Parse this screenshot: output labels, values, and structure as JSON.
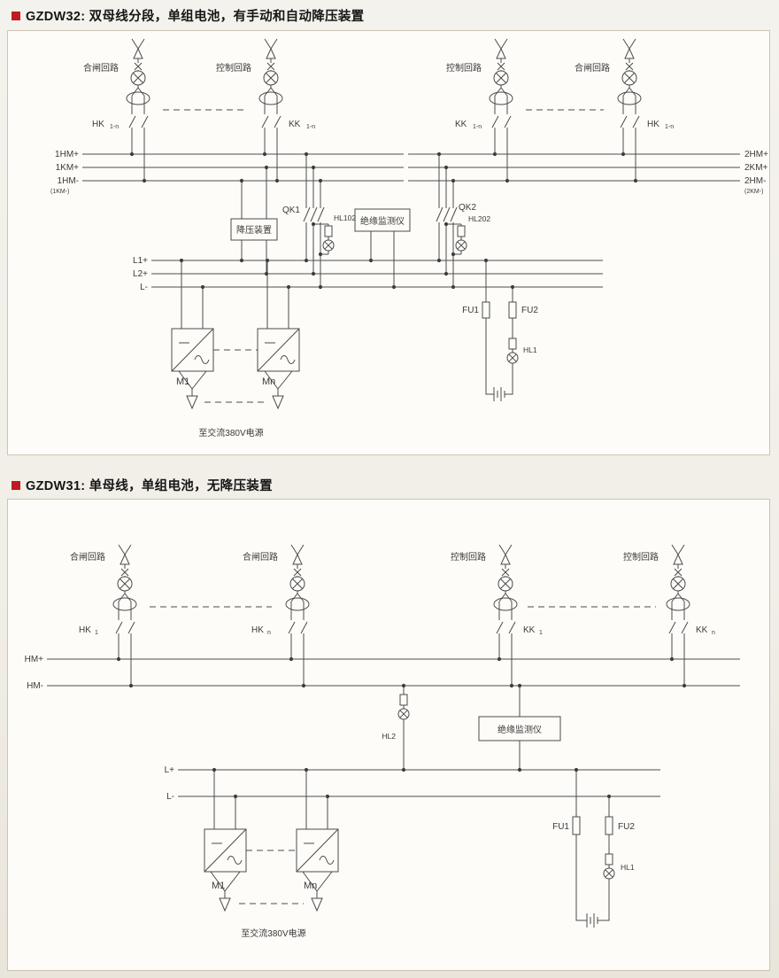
{
  "accent_red": "#bf1b20",
  "d1": {
    "title": "GZDW32: 双母线分段，单组电池，有手动和自动降压装置",
    "branches": [
      "合闸回路",
      "控制回路",
      "控制回路",
      "合闸回路"
    ],
    "switches": [
      {
        "main": "HK",
        "sub": "1-n"
      },
      {
        "main": "KK",
        "sub": "1-n"
      },
      {
        "main": "KK",
        "sub": "1-n"
      },
      {
        "main": "HK",
        "sub": "1-n"
      }
    ],
    "bus_left": [
      "1HM+",
      "1KM+",
      "1HM-"
    ],
    "bus_left_note": "(1KM-)",
    "bus_right": [
      "2HM+",
      "2KM+",
      "2HM-"
    ],
    "bus_right_note": "(2KM-)",
    "qk1": "QK1",
    "qk2": "QK2",
    "stepdown_box": "降压装置",
    "monitor_box": "绝缘监测仪",
    "hl102": "HL102",
    "hl202": "HL202",
    "bus_low": [
      "L1+",
      "L2+",
      "L-"
    ],
    "m1": "M1",
    "mn": "Mn",
    "ac_source": "至交流380V电源",
    "fu1": "FU1",
    "fu2": "FU2",
    "hl1": "HL1"
  },
  "d2": {
    "title": "GZDW31: 单母线，单组电池，无降压装置",
    "branches": [
      "合闸回路",
      "合闸回路",
      "控制回路",
      "控制回路"
    ],
    "switches": [
      {
        "main": "HK",
        "sub": "1"
      },
      {
        "main": "HK",
        "sub": "n"
      },
      {
        "main": "KK",
        "sub": "1"
      },
      {
        "main": "KK",
        "sub": "n"
      }
    ],
    "bus": [
      "HM+",
      "HM-"
    ],
    "hl2": "HL2",
    "monitor_box": "绝缘监测仪",
    "bus_low": [
      "L+",
      "L-"
    ],
    "m1": "M1",
    "mn": "Mn",
    "ac_source": "至交流380V电源",
    "fu1": "FU1",
    "fu2": "FU2",
    "hl1": "HL1"
  }
}
